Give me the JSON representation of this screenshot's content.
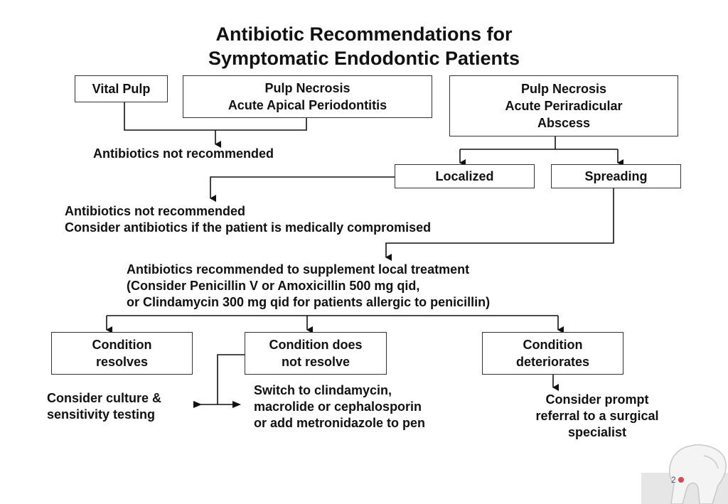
{
  "title": {
    "line1": "Antibiotic Recommendations for",
    "line2": "Symptomatic Endodontic Patients"
  },
  "nodes": {
    "vital_pulp": "Vital Pulp",
    "pulp_necrosis_aap": [
      "Pulp Necrosis",
      "Acute Apical Periodontitis"
    ],
    "pulp_necrosis_apa": [
      "Pulp Necrosis",
      "Acute Periradicular",
      "Abscess"
    ],
    "localized": "Localized",
    "spreading": "Spreading",
    "condition_resolves": [
      "Condition",
      "resolves"
    ],
    "condition_not_resolve": [
      "Condition does",
      "not resolve"
    ],
    "condition_deteriorates": [
      "Condition",
      "deteriorates"
    ]
  },
  "texts": {
    "not_recommended_1": "Antibiotics not recommended",
    "localized_outcome": [
      "Antibiotics not recommended",
      "Consider antibiotics if the patient is medically compromised"
    ],
    "recommended": [
      "Antibiotics recommended to supplement local treatment",
      "(Consider Penicillin V or Amoxicillin 500 mg qid,",
      "or Clindamycin 300 mg qid for patients allergic to penicillin)"
    ],
    "culture": [
      "Consider culture &",
      "sensitivity testing"
    ],
    "switch": [
      "Switch to clindamycin,",
      "macrolide or cephalosporin",
      "or add metronidazole to pen"
    ],
    "referral": [
      "Consider prompt",
      "referral to a surgical",
      "specialist"
    ]
  },
  "page_number": "2"
}
